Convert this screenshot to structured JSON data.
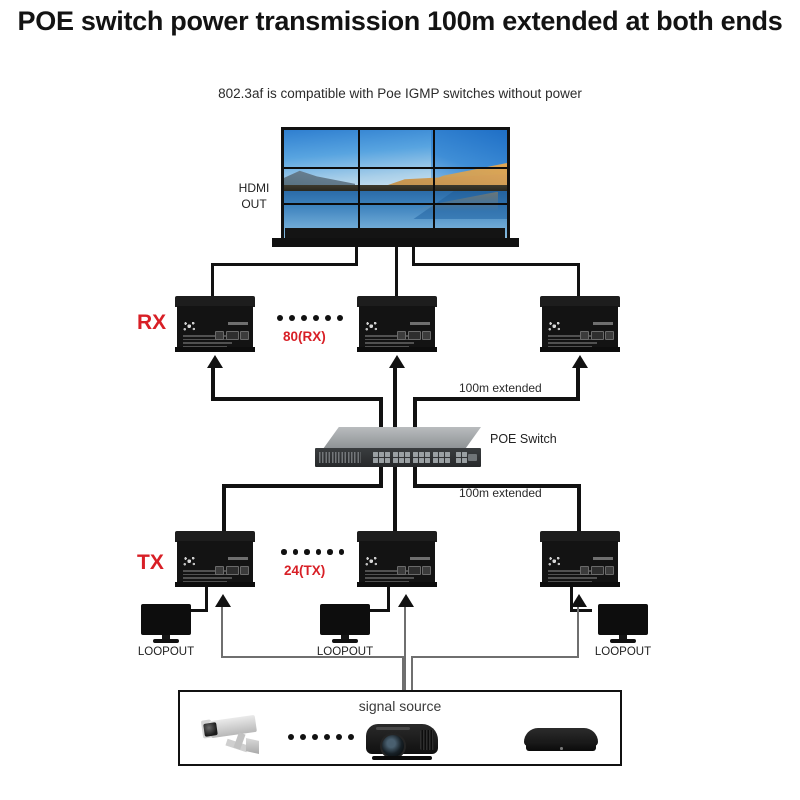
{
  "header": {
    "title": "POE switch power transmission 100m extended at both ends",
    "subtitle": "802.3af is compatible with Poe IGMP switches without power"
  },
  "display": {
    "hdmi_out_label": "HDMI\nOUT",
    "hdmi_out_line1": "HDMI",
    "hdmi_out_line2": "OUT",
    "wall_rows": 3,
    "wall_cols": 3,
    "scene_description": "desert dune lake reflection"
  },
  "receivers": {
    "group_label": "RX",
    "count_label": "80(RX)",
    "dot_count": 6,
    "devices": [
      {
        "name": "rx-unit-1"
      },
      {
        "name": "rx-unit-2"
      },
      {
        "name": "rx-unit-3"
      }
    ]
  },
  "transmitters": {
    "group_label": "TX",
    "count_label": "24(TX)",
    "dot_count": 6,
    "devices": [
      {
        "name": "tx-unit-1"
      },
      {
        "name": "tx-unit-2"
      },
      {
        "name": "tx-unit-3"
      }
    ]
  },
  "switch": {
    "label": "POE Switch",
    "port_groups": 4,
    "ports_per_group": 6,
    "uplink_ports": 2
  },
  "links": {
    "upper_extended_label": "100m extended",
    "lower_extended_label": "100m extended"
  },
  "loopouts": [
    {
      "label": "LOOPOUT"
    },
    {
      "label": "LOOPOUT"
    },
    {
      "label": "LOOPOUT"
    }
  ],
  "signal_source": {
    "title": "signal source",
    "dot_count": 6,
    "devices": [
      {
        "name": "cctv-camera"
      },
      {
        "name": "projector"
      },
      {
        "name": "set-top-box"
      }
    ]
  },
  "colors": {
    "accent_red": "#d81f26",
    "wire_black": "#111111",
    "wire_gray": "#6f6f6f",
    "device_black": "#131313",
    "switch_gray": "#8d9194"
  }
}
